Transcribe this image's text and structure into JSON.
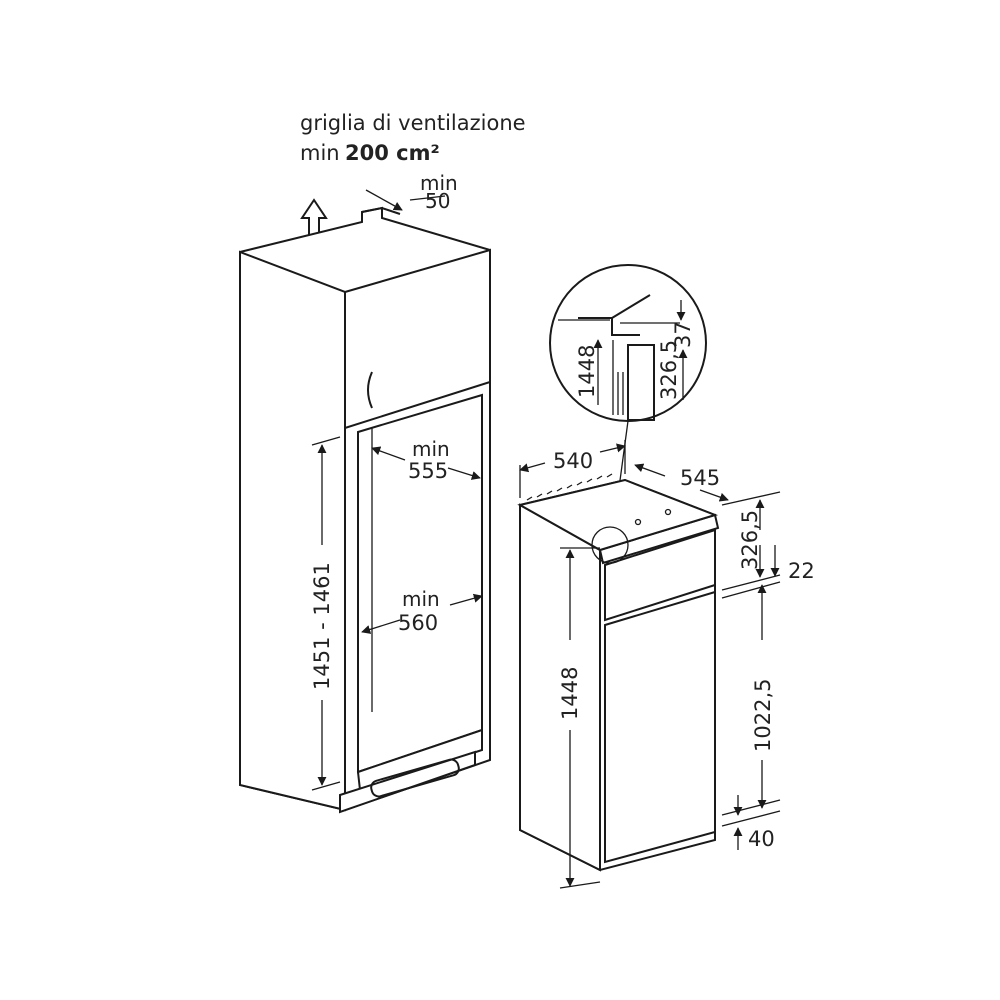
{
  "ventilation": {
    "line1": "griglia di ventilazione",
    "line2_prefix": "min",
    "line2_value": "200 cm²"
  },
  "cabinet": {
    "top_gap": {
      "label": "min",
      "value": "50"
    },
    "height_range": "1451 - 1461",
    "width_min": {
      "label": "min",
      "value": "555"
    },
    "width_min2": {
      "label": "min",
      "value": "560"
    }
  },
  "fridge": {
    "width": "540",
    "depth": "545",
    "height": "1448",
    "upper_section": "326,5",
    "gap": "22",
    "lower_section": "1022,5",
    "bottom": "40"
  },
  "detail": {
    "height": "1448",
    "offset": "37",
    "upper_section": "326,5"
  }
}
